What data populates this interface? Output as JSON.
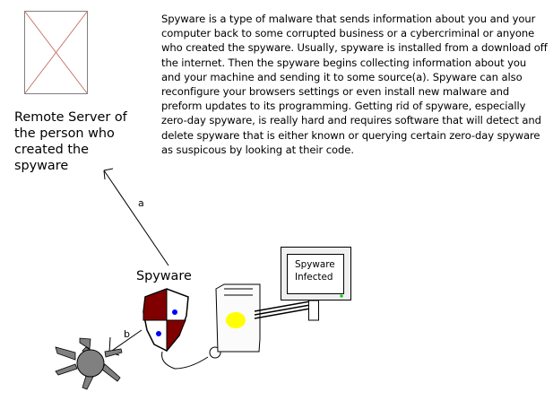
{
  "description": "Spyware is a type of malware that sends information about you and your computer back to some corrupted business or a cybercriminal or anyone who created the spyware. Usually, spyware is installed from a download off the internet. Then the spyware begins collecting information about you and your machine and sending it to some source(a). Spyware can also reconfigure your browsers settings or even install new malware and preform updates to its programming. Getting rid of spyware, especially zero-day spyware, is really hard and requires software that will detect and delete spyware that is either known or querying certain zero-day spyware as suspicous by looking at their code.",
  "server_caption": "Remote Server of the person who created the spyware",
  "spyware_label": "Spyware",
  "arrow_a_label": "a",
  "arrow_b_label": "b",
  "monitor_text": "Spyware Infected",
  "icons": {
    "server_placeholder": "broken-image-icon",
    "spyware": "shield-icon",
    "computer": "computer-tower-icon",
    "monitor": "monitor-icon",
    "virus": "virus-icon"
  },
  "colors": {
    "shield_red": "#800000",
    "shield_dot": "#0000ff",
    "tower_light": "#ffff00",
    "power_led": "#00cc00",
    "placeholder_x": "#c8736a",
    "virus_gray": "#808080",
    "monitor_frame": "#f0f0f0",
    "tower_fill": "#fbfbfb"
  }
}
